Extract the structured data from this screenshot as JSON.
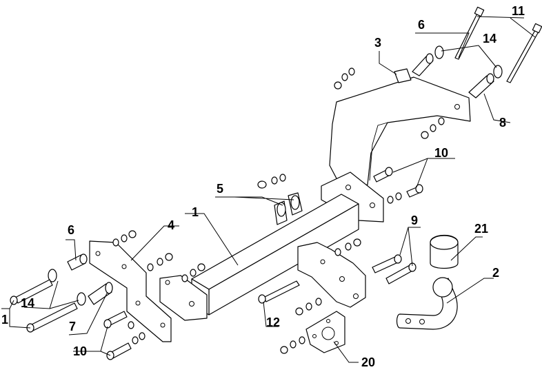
{
  "diagram": {
    "callouts": {
      "c1_main": "1",
      "c1_left": "1",
      "c2": "2",
      "c3": "3",
      "c4": "4",
      "c5": "5",
      "c6_left": "6",
      "c6_top": "6",
      "c7": "7",
      "c8": "8",
      "c9": "9",
      "c10_left": "10",
      "c10_right": "10",
      "c11": "11",
      "c12": "12",
      "c14_left": "14",
      "c14_top": "14",
      "c20": "20",
      "c21": "21"
    },
    "colors": {
      "line": "#000000",
      "background": "#ffffff"
    }
  }
}
